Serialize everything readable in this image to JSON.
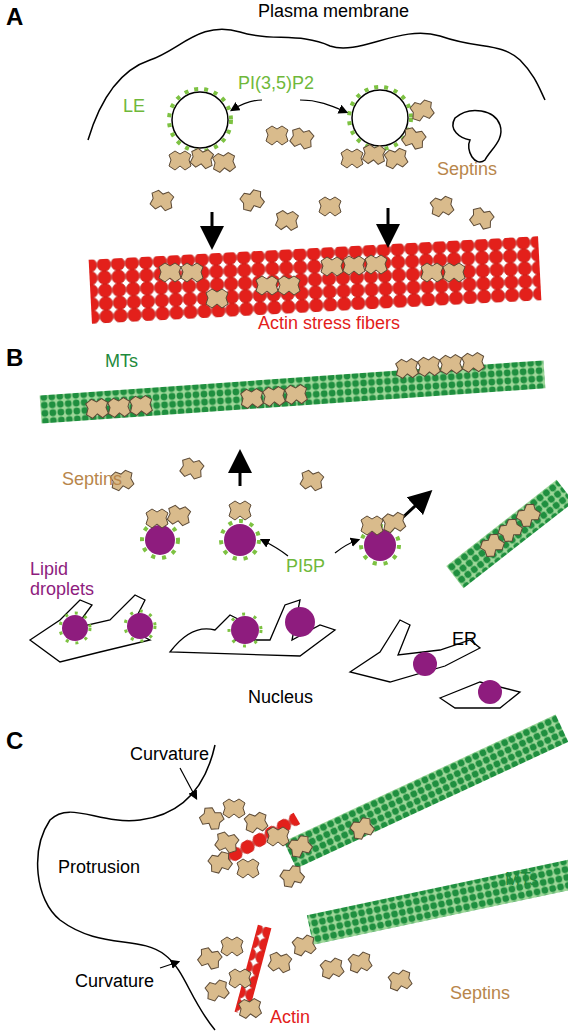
{
  "diagram": {
    "labels": [
      "A",
      "Plasma membrane",
      "LE",
      "PI(3,5)P2",
      "Septins",
      "Actin stress fibers",
      "B",
      "MTs",
      "Septins",
      "Lipid droplets",
      "PI5P",
      "ER",
      "Nucleus",
      "C",
      "Curvature",
      "Protrusion",
      "MTs",
      "Curvature",
      "Septins",
      "Actin"
    ]
  }
}
